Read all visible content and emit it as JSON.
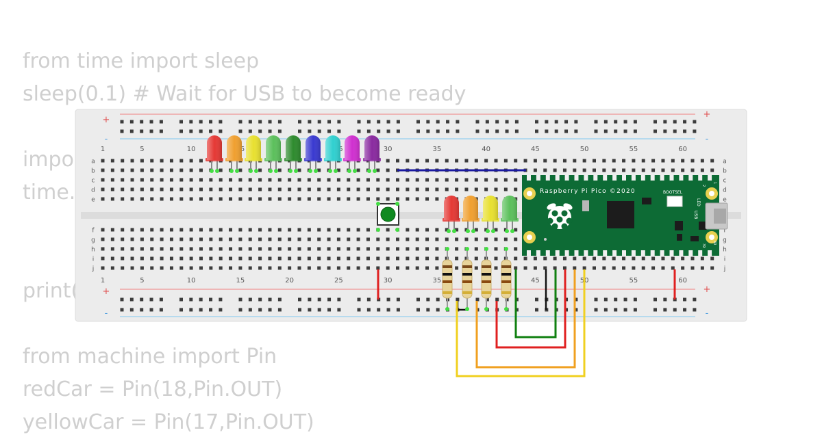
{
  "code": {
    "lines": [
      "from time import sleep",
      "sleep(0.1) # Wait for USB to become ready",
      "",
      "impo",
      "time.",
      "",
      "",
      "print(",
      "",
      "from machine import Pin",
      "redCar = Pin(18,Pin.OUT)",
      "yellowCar = Pin(17,Pin.OUT)"
    ]
  },
  "breadboard": {
    "column_numbers": [
      "1",
      "5",
      "10",
      "15",
      "20",
      "25",
      "30",
      "35",
      "40",
      "45",
      "50",
      "55",
      "60"
    ],
    "row_letters_top": [
      "a",
      "b",
      "c",
      "d",
      "e"
    ],
    "row_letters_bottom": [
      "f",
      "g",
      "h",
      "i",
      "j"
    ],
    "rail_plus": "+",
    "rail_minus": "-"
  },
  "pico": {
    "title": "Raspberry Pi Pico ©2020",
    "bootsel_label": "BOOTSEL",
    "usb_label": "USB",
    "led_label": "LED"
  },
  "colors": {
    "led_row": [
      "#e53935",
      "#f0a030",
      "#e8e030",
      "#5cc05c",
      "#2e8b2e",
      "#3a3ad0",
      "#30d0d0",
      "#d030d0",
      "#8a2aa0"
    ],
    "led_traffic": [
      "#e53935",
      "#f0a030",
      "#e8e030",
      "#5cc05c"
    ],
    "board_green": "#0d6b35",
    "wire_blue": "#1a1aa0",
    "wire_red": "#e02020",
    "wire_green": "#108010",
    "wire_orange": "#f0a020",
    "wire_yellow": "#f0d020",
    "wire_black": "#111111"
  }
}
